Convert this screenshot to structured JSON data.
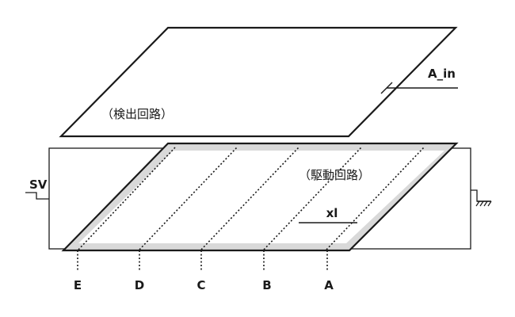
{
  "labels": {
    "sense_circuit": "（検出回路）",
    "drive_circuit": "（駆動回路）",
    "a_in": "A_in",
    "sv": "SV",
    "xl": "xl"
  },
  "electrodes": [
    {
      "id": "E",
      "label": "E"
    },
    {
      "id": "D",
      "label": "D"
    },
    {
      "id": "C",
      "label": "C"
    },
    {
      "id": "B",
      "label": "B"
    },
    {
      "id": "A",
      "label": "A"
    }
  ],
  "colors": {
    "line": "#1a1a1a",
    "band": "#d9d9d9",
    "background": "#ffffff"
  }
}
